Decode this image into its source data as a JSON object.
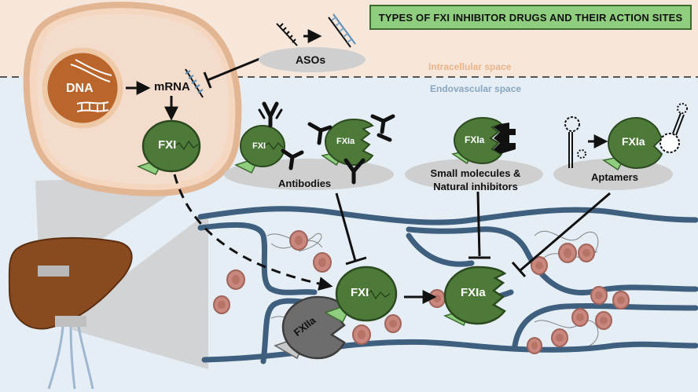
{
  "title": "TYPES OF FXI INHIBITOR DRUGS AND THEIR ACTION SITES",
  "regions": {
    "intracellular": "Intracellular space",
    "endovascular": "Endovascular space"
  },
  "cell": {
    "dna": "DNA",
    "mrna": "mRNA",
    "fxi": "FXI"
  },
  "drug_groups": {
    "asos": "ASOs",
    "antibodies": "Antibodies",
    "small_molecules_line1": "Small molecules &",
    "small_molecules_line2": "Natural inhibitors",
    "aptamers": "Aptamers"
  },
  "proteins": {
    "fxi": "FXI",
    "fxia": "FXIa",
    "fxiia": "FXIIa"
  },
  "colors": {
    "background_intracellular": "#f7e6da",
    "background_endovascular": "#e6eef5",
    "title_box": "#8fce7f",
    "protein_green": "#4d7a38",
    "protein_dark": "#2c4a1f",
    "vessel": "#3e5f7d",
    "nucleus": "#b9652c",
    "rbc": "#c9877d",
    "fxiia_gray": "#6d6d6d"
  }
}
